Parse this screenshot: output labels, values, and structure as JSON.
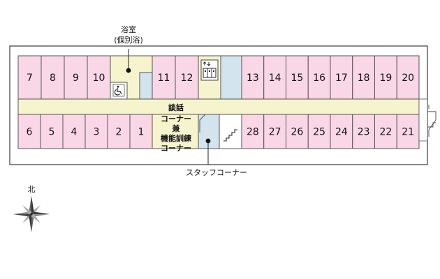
{
  "labels": {
    "bath_line1": "浴室",
    "bath_line2": "(個別浴)",
    "lounge_line1": "談話",
    "lounge_line2": "コーナー",
    "lounge_line3": "兼",
    "lounge_line4": "機能訓練",
    "lounge_line5": "コーナー",
    "staff_corner": "スタッフコーナー",
    "north": "北"
  },
  "rooms_north_west": [
    "7",
    "8",
    "9",
    "10"
  ],
  "rooms_north_mid": [
    "11",
    "12"
  ],
  "rooms_north_east": [
    "13",
    "14",
    "15",
    "16",
    "17",
    "18",
    "19",
    "20"
  ],
  "rooms_south_west": [
    "6",
    "5",
    "4",
    "3",
    "2",
    "1"
  ],
  "rooms_south_east": [
    "28",
    "27",
    "26",
    "25",
    "24",
    "23",
    "22",
    "21"
  ],
  "icons": [
    "wheelchair-icon",
    "elevator-icon",
    "stairs-icon",
    "fire-escape-stairs-icon",
    "compass-icon"
  ],
  "colors": {
    "room": "#f9d7e6",
    "corridor": "#f6f4cd",
    "service": "#d3e4ee",
    "outline": "#333333"
  }
}
